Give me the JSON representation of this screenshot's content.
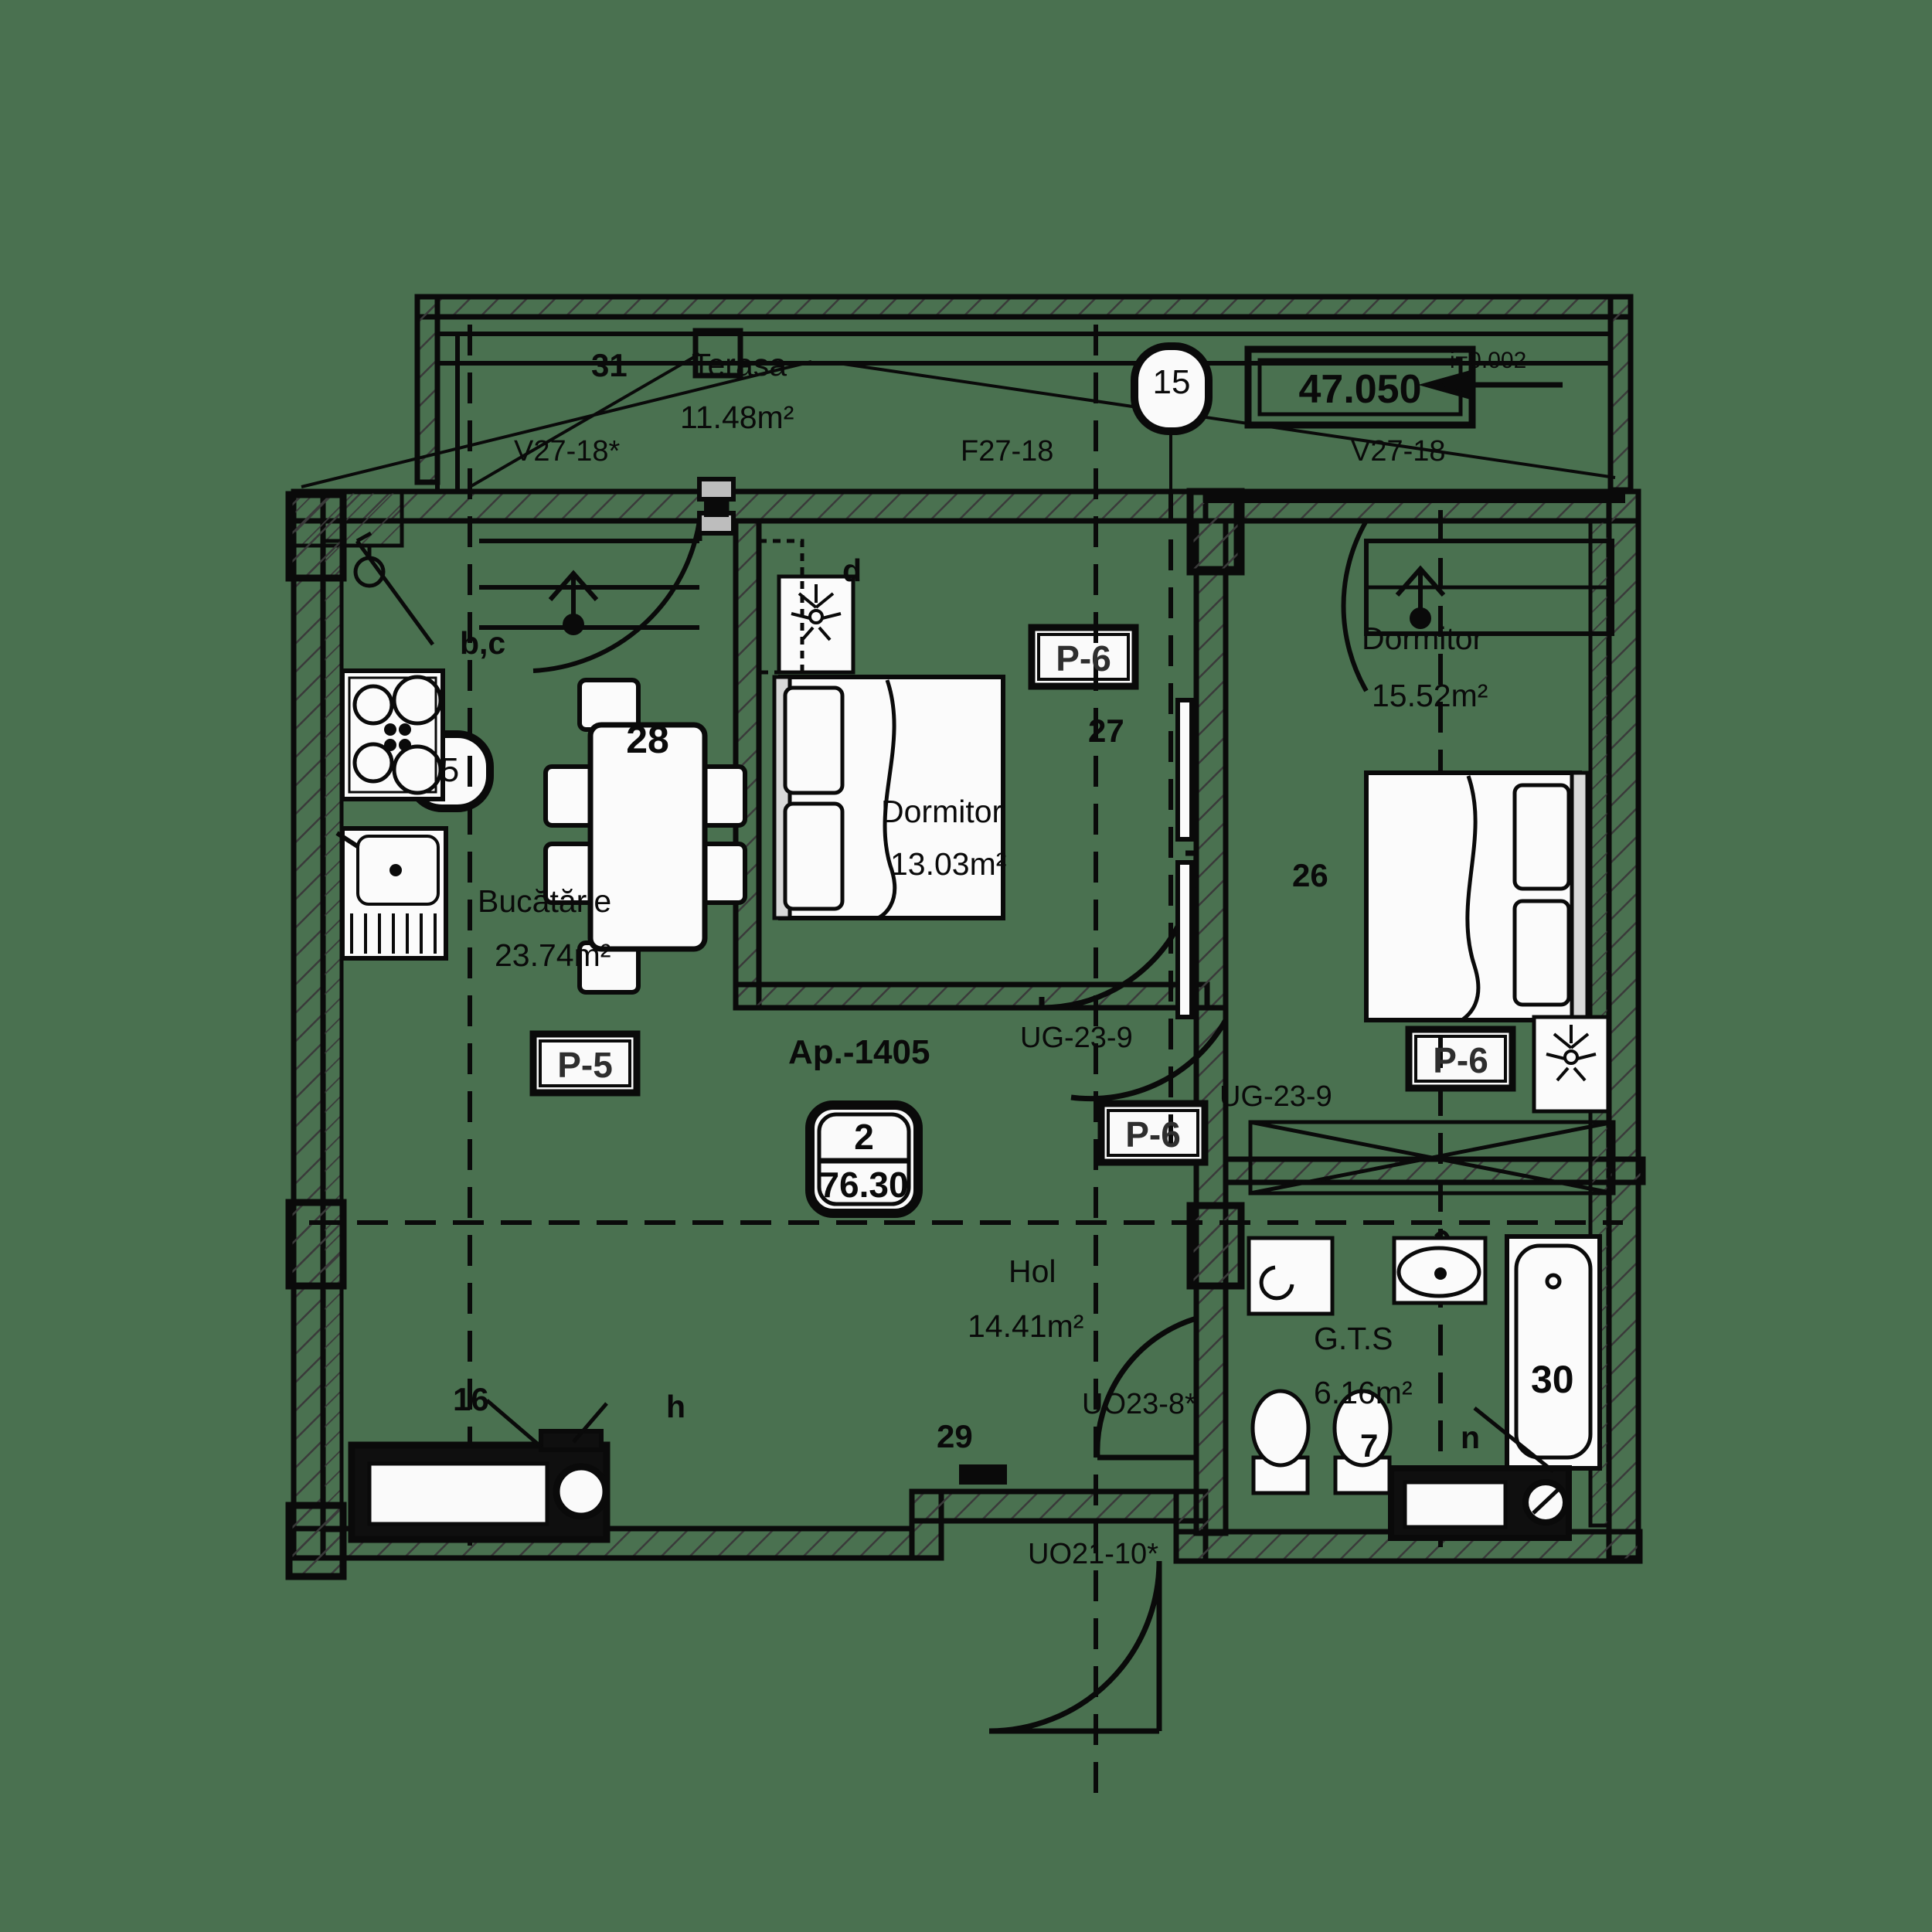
{
  "plan": {
    "apartment_label": "Ap.-1405",
    "badge": {
      "rooms": "2",
      "area": "76.30"
    },
    "level_marker": "47.050",
    "slope_note": "i=0.002",
    "background_color": "#4a7150",
    "ink_color": "#0a0a0a"
  },
  "rooms": [
    {
      "name": "Terasa",
      "area": "11.48m²"
    },
    {
      "name": "Bucătărie",
      "area": "23.74m²"
    },
    {
      "name": "Dormitor",
      "area": "13.03m²"
    },
    {
      "name": "Dormitor",
      "area": "15.52m²"
    },
    {
      "name": "Hol",
      "area": "14.41m²"
    },
    {
      "name": "G.T.S",
      "area": "6.16m²"
    }
  ],
  "furniture_tags": [
    {
      "id": "31",
      "item": "terrace-railing"
    },
    {
      "id": "28",
      "item": "dining-table"
    },
    {
      "id": "27",
      "item": "bedroom-door"
    },
    {
      "id": "26",
      "item": "double-bed"
    },
    {
      "id": "29",
      "item": "entry"
    },
    {
      "id": "30",
      "item": "bathtub"
    },
    {
      "id": "7",
      "item": "toilet-bidet"
    },
    {
      "id": "16",
      "item": "kitchen-counter"
    }
  ],
  "letter_tags": [
    "b,c",
    "d",
    "h",
    "n"
  ],
  "axis_markers": [
    "5",
    "15"
  ],
  "finish_tags": [
    "P-5",
    "P-6",
    "P-6",
    "P-6"
  ],
  "window_codes": [
    "V27-18*",
    "F27-18",
    "V27-18"
  ],
  "door_codes": [
    "UG-23-9",
    "UG-23-9",
    "UO23-8*",
    "UO21-10*"
  ]
}
